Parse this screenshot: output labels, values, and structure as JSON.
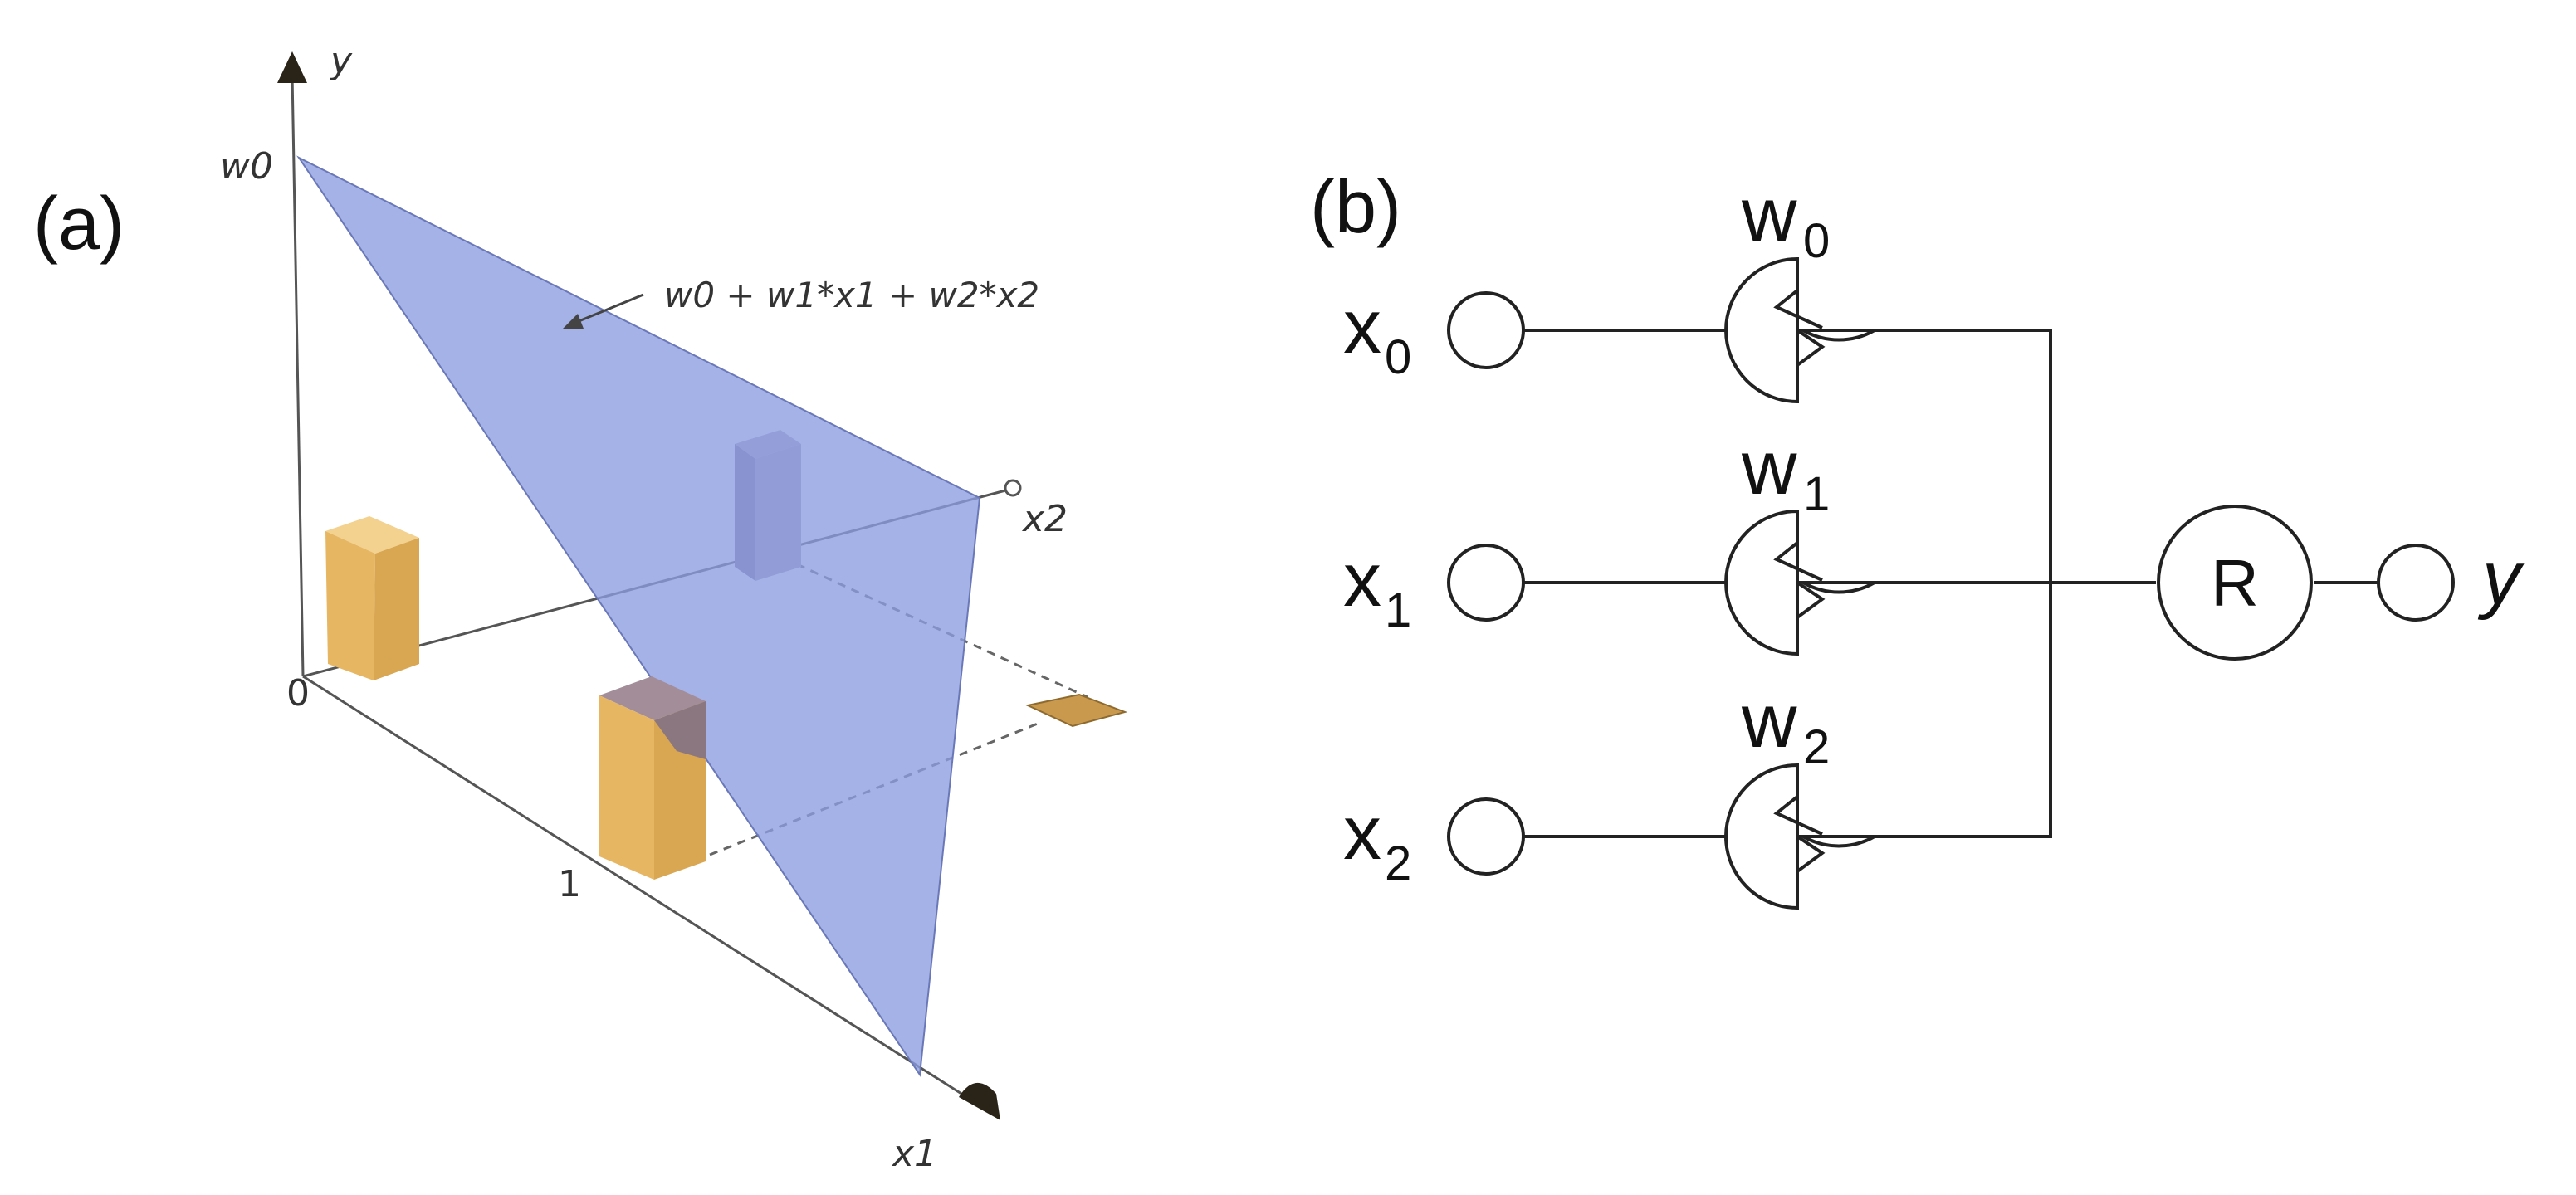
{
  "panel_a": {
    "label": "(a)",
    "axes": {
      "y": "y",
      "x1": "x1",
      "x2": "x2"
    },
    "ticks": {
      "origin": "0",
      "one": "1",
      "intercept": "w0"
    },
    "plane_equation": "w0 + w1*x1 + w2*x2",
    "colors": {
      "plane": "#8c9ce0",
      "bar": "#e8b865",
      "bar_dark": "#c99a4e",
      "bar_grey": "#8f8499"
    }
  },
  "panel_b": {
    "label": "(b)",
    "inputs": [
      {
        "base": "x",
        "sub": "0"
      },
      {
        "base": "x",
        "sub": "1"
      },
      {
        "base": "x",
        "sub": "2"
      }
    ],
    "weights": [
      {
        "base": "w",
        "sub": "0"
      },
      {
        "base": "w",
        "sub": "1"
      },
      {
        "base": "w",
        "sub": "2"
      }
    ],
    "sum_node": "R",
    "output": "y"
  }
}
